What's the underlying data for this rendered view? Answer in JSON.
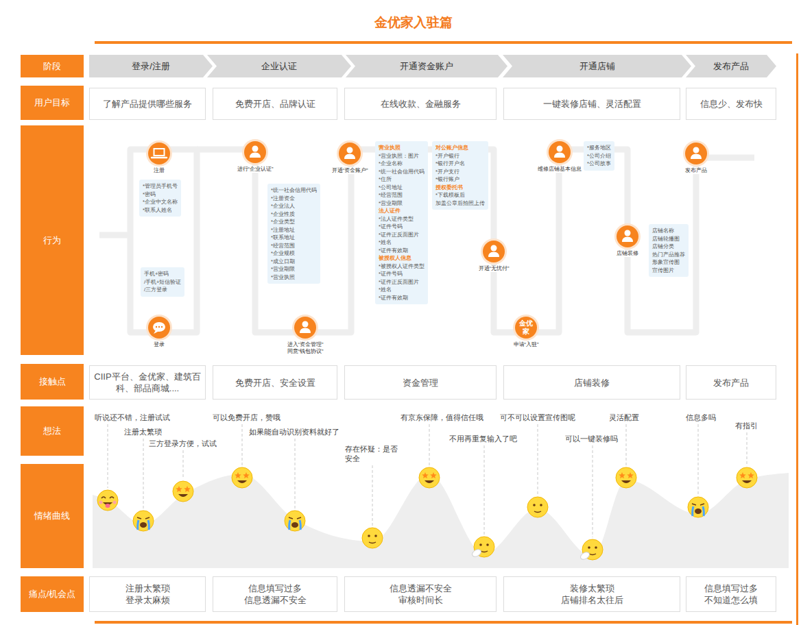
{
  "diagram": {
    "title": "金优家入驻篇",
    "nodes": [
      {
        "text": [
          "阶段"
        ]
      },
      {
        "text": [
          "用户目标"
        ]
      },
      {
        "text": [
          "行为"
        ]
      },
      {
        "text": [
          "接触点"
        ]
      },
      {
        "text": [
          "想法"
        ]
      },
      {
        "text": [
          "情绪曲线"
        ]
      },
      {
        "text": [
          "痛点/机会点"
        ]
      },
      {
        "text": [
          "登录/注册"
        ]
      },
      {
        "text": [
          "企业认证"
        ]
      },
      {
        "text": [
          "开通资金账户"
        ]
      },
      {
        "text": [
          "开通店铺"
        ]
      },
      {
        "text": [
          "发布产品"
        ]
      },
      {
        "text": [
          "了解产品提供哪些服务"
        ]
      },
      {
        "text": [
          "免费开店、品牌认证"
        ]
      },
      {
        "text": [
          "在线收款、金融服务"
        ]
      },
      {
        "text": [
          "一键装修店铺、灵活配置"
        ]
      },
      {
        "text": [
          "信息少、发布快"
        ]
      },
      {
        "text": [
          "注册"
        ]
      },
      {
        "text": [
          "*管理员手机号",
          "*密码",
          "*企业中文名称",
          "*联系人姓名"
        ]
      },
      {
        "text": [
          "手机+密码",
          "/手机+短信验证",
          "/三方登录"
        ]
      },
      {
        "text": [
          "登录"
        ]
      },
      {
        "text": [
          "进行“企业认证”"
        ]
      },
      {
        "text": [
          "*统一社会信用代码",
          "*注册资金",
          "*企业法人",
          "*企业性质",
          "*企业类型",
          "*注册地址",
          "*联系地址",
          "*经营范围",
          "*企业规模",
          "*成立日期",
          "*营业期限",
          "*营业执照"
        ]
      },
      {
        "text": [
          "进入“资金管理”",
          "同意“钱包协议”"
        ]
      },
      {
        "text": [
          "开通“资金账户”"
        ]
      },
      {
        "text": [
          "营业执照",
          "*营业执照：图片",
          "*企业名称",
          "*统一社会信用代码",
          "*住所",
          "*公司地址",
          "*经营范围",
          "*营业期限",
          "法人证件",
          "*法人证件类型",
          "*证件号码",
          "*证件正反面图片",
          "*姓名",
          "*证件有效期",
          "被授权人信息",
          "*被授权人证件类型",
          "*证件号码",
          "*证件正反面图片",
          "*姓名",
          "*证件有效期"
        ]
      },
      {
        "text": [
          "对公账户信息",
          "*开户银行",
          "*银行开户名",
          "*开户支行",
          "*银行账户",
          "授权委托书",
          "*下载模板后",
          "加盖公章后拍照上传"
        ]
      },
      {
        "text": [
          "开通“无忧付”"
        ]
      },
      {
        "text": [
          "金优家",
          "申请“入驻”"
        ]
      },
      {
        "text": [
          "维修店铺基本信息"
        ]
      },
      {
        "text": [
          "*服务地区",
          "*公司介绍",
          "*公司故事"
        ]
      },
      {
        "text": [
          "店铺装修"
        ]
      },
      {
        "text": [
          "店铺名称",
          "店铺轮播图",
          "店铺分类",
          "热门产品推荐",
          "形象宣传图",
          "宣传图片"
        ]
      },
      {
        "text": [
          "发布产品"
        ]
      },
      {
        "text": [
          "CIIP平台、金优家、建筑百科、部品商城...."
        ]
      },
      {
        "text": [
          "免费开店、安全设置"
        ]
      },
      {
        "text": [
          "资金管理"
        ]
      },
      {
        "text": [
          "店铺装修"
        ]
      },
      {
        "text": [
          "发布产品"
        ]
      },
      {
        "text": [
          "注册太繁琐",
          "登录太麻烦"
        ]
      },
      {
        "text": [
          "信息填写过多",
          "信息透漏不安全"
        ]
      },
      {
        "text": [
          "信息透漏不安全",
          "审核时间长"
        ]
      },
      {
        "text": [
          "装修太繁琐",
          "店铺排名太往后"
        ]
      },
      {
        "text": [
          "信息填写过多",
          "不知道怎么填"
        ]
      }
    ],
    "labels": [
      "听说还不错，注册试试",
      "注册太繁琐",
      "三方登录方便，试试",
      "可以免费开店，赞哦",
      "如果能自动识别资料就好了",
      "存在怀疑：是否安全",
      "有京东保障，值得信任哦",
      "不用再重复输入了吧",
      "可不可以设置宣传图呢",
      "可以一键装修吗",
      "灵活配置",
      "信息多吗",
      "有指引"
    ]
  }
}
